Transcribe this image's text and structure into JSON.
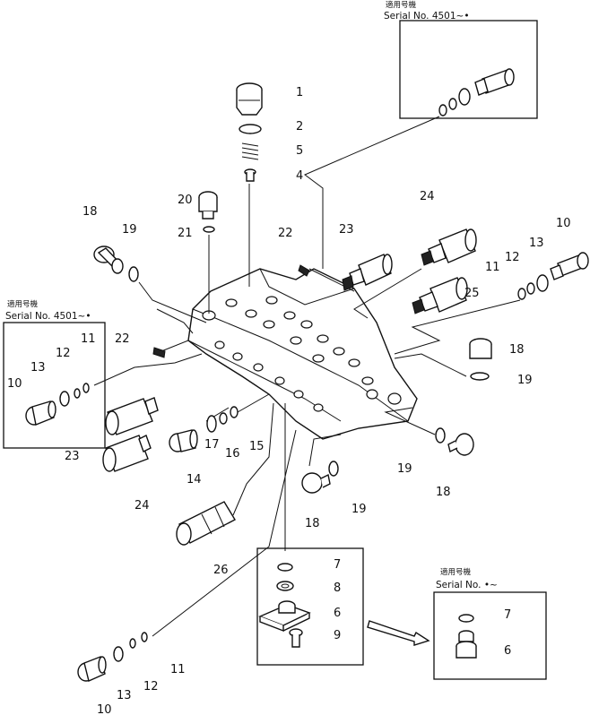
{
  "diagram": {
    "callouts": [
      "1",
      "2",
      "5",
      "4",
      "20",
      "21",
      "22",
      "18",
      "19",
      "23",
      "24",
      "10",
      "13",
      "12",
      "11",
      "25",
      "18",
      "19",
      "22",
      "17",
      "16",
      "15",
      "14",
      "24",
      "23",
      "11",
      "12",
      "13",
      "10",
      "19",
      "18",
      "19",
      "18",
      "26",
      "7",
      "8",
      "6",
      "9",
      "11",
      "12",
      "13",
      "10",
      "7",
      "6"
    ],
    "insets": {
      "top_right": {
        "heading": "適用号機",
        "serial": "Serial No. 4501~•"
      },
      "left": {
        "heading": "適用号機",
        "serial": "Serial No. 4501~•"
      },
      "bottom_right": {
        "heading": "適用号機",
        "serial": "Serial No.   •~"
      }
    }
  }
}
